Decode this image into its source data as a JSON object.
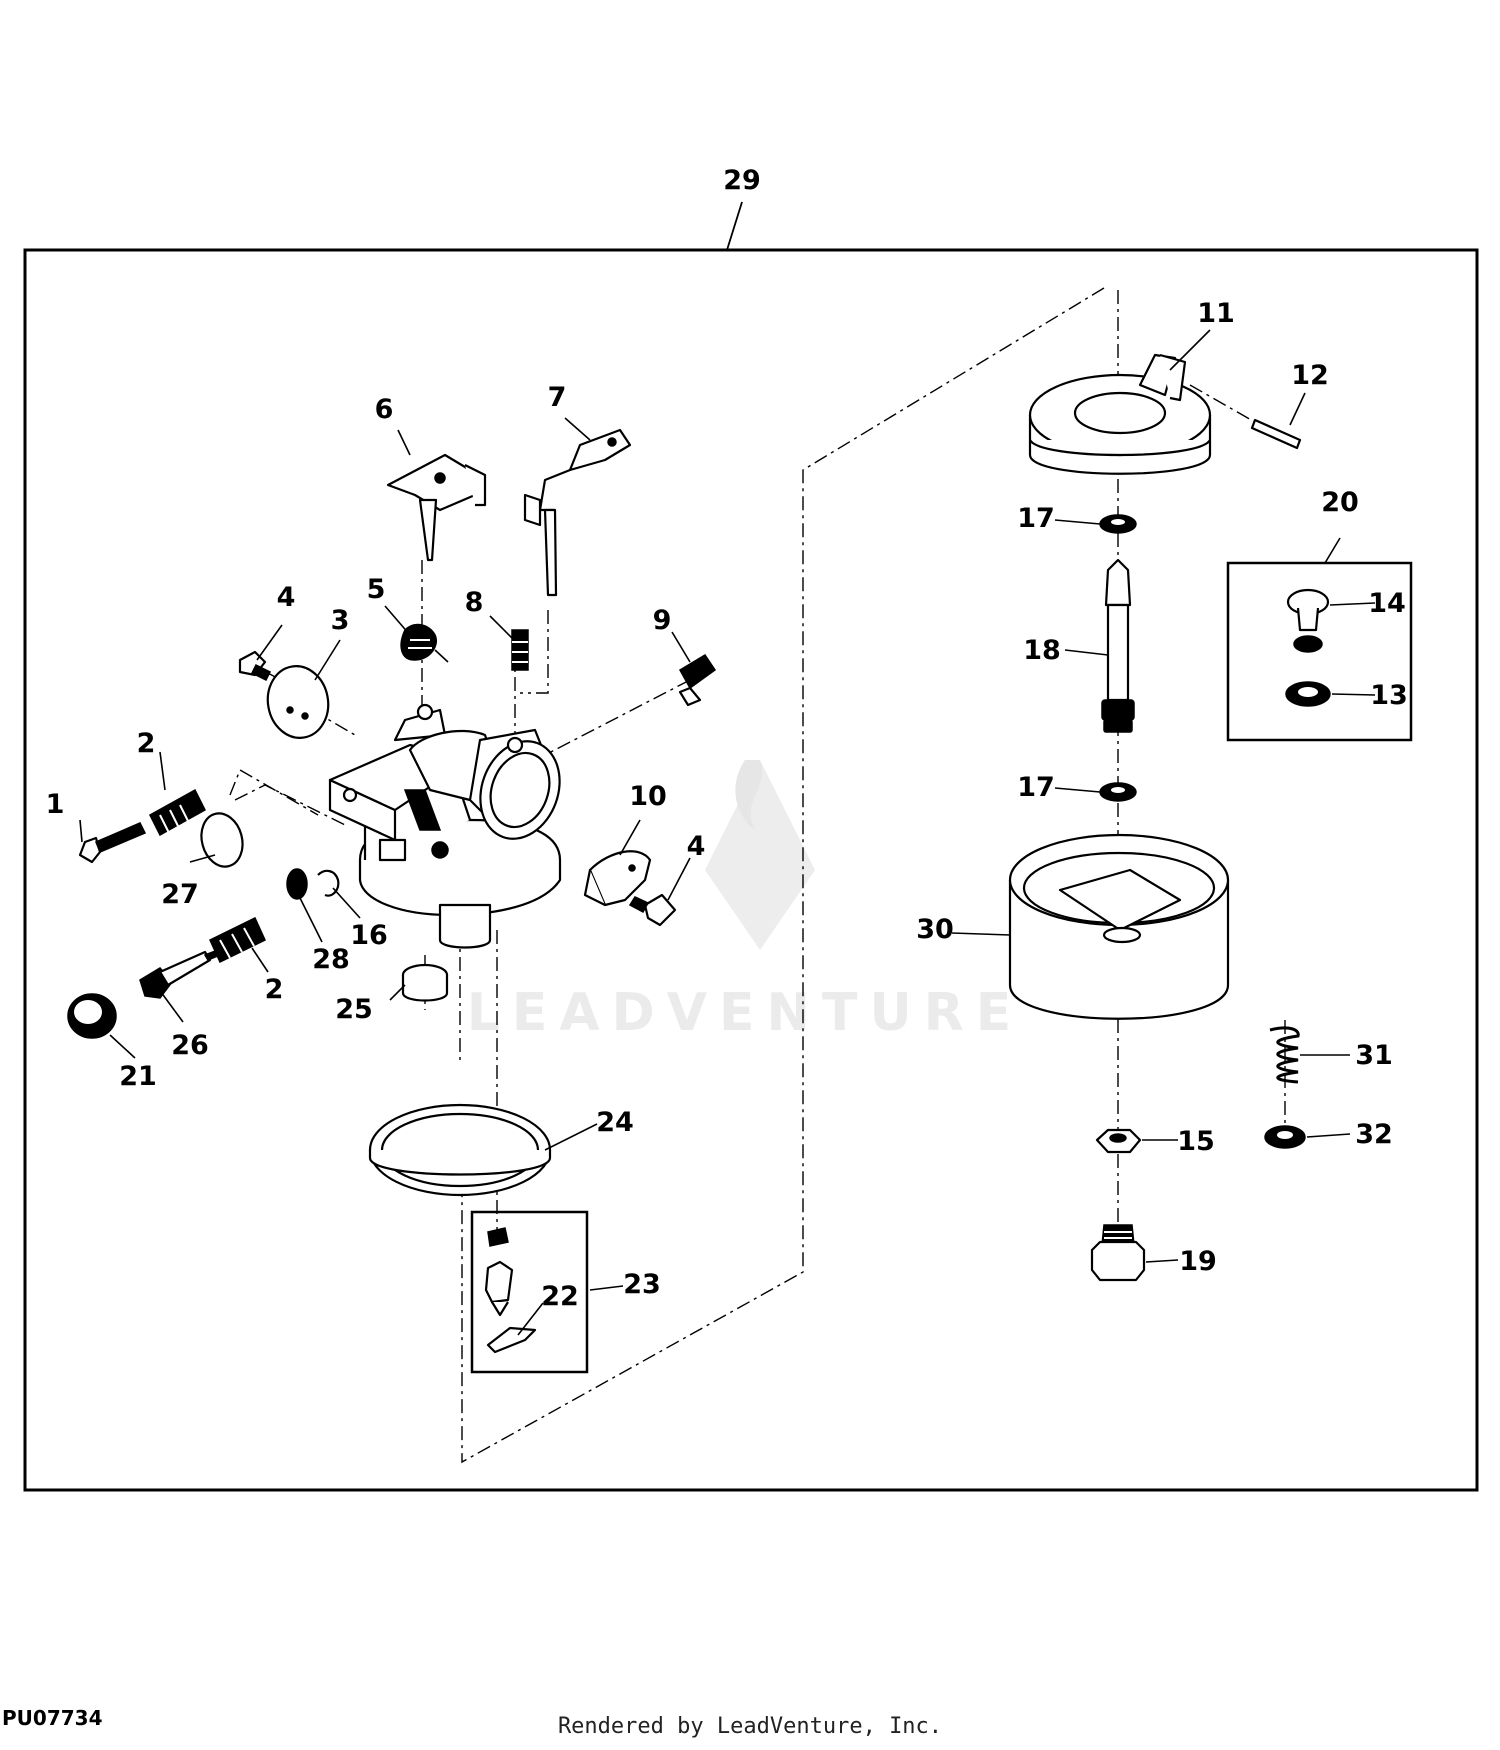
{
  "diagram": {
    "assembly_callout": "29",
    "figure_id": "PU07734",
    "render_credit": "Rendered by LeadVenture, Inc.",
    "watermark": "LEADVENTURE",
    "callouts": {
      "c1": "1",
      "c2a": "2",
      "c2b": "2",
      "c3": "3",
      "c4a": "4",
      "c4b": "4",
      "c5": "5",
      "c6": "6",
      "c7": "7",
      "c8": "8",
      "c9": "9",
      "c10": "10",
      "c11": "11",
      "c12": "12",
      "c13": "13",
      "c14": "14",
      "c15": "15",
      "c16": "16",
      "c17a": "17",
      "c17b": "17",
      "c18": "18",
      "c19": "19",
      "c20": "20",
      "c21": "21",
      "c22": "22",
      "c23": "23",
      "c24": "24",
      "c25": "25",
      "c26": "26",
      "c27": "27",
      "c28": "28",
      "c30": "30",
      "c31": "31",
      "c32": "32"
    }
  }
}
